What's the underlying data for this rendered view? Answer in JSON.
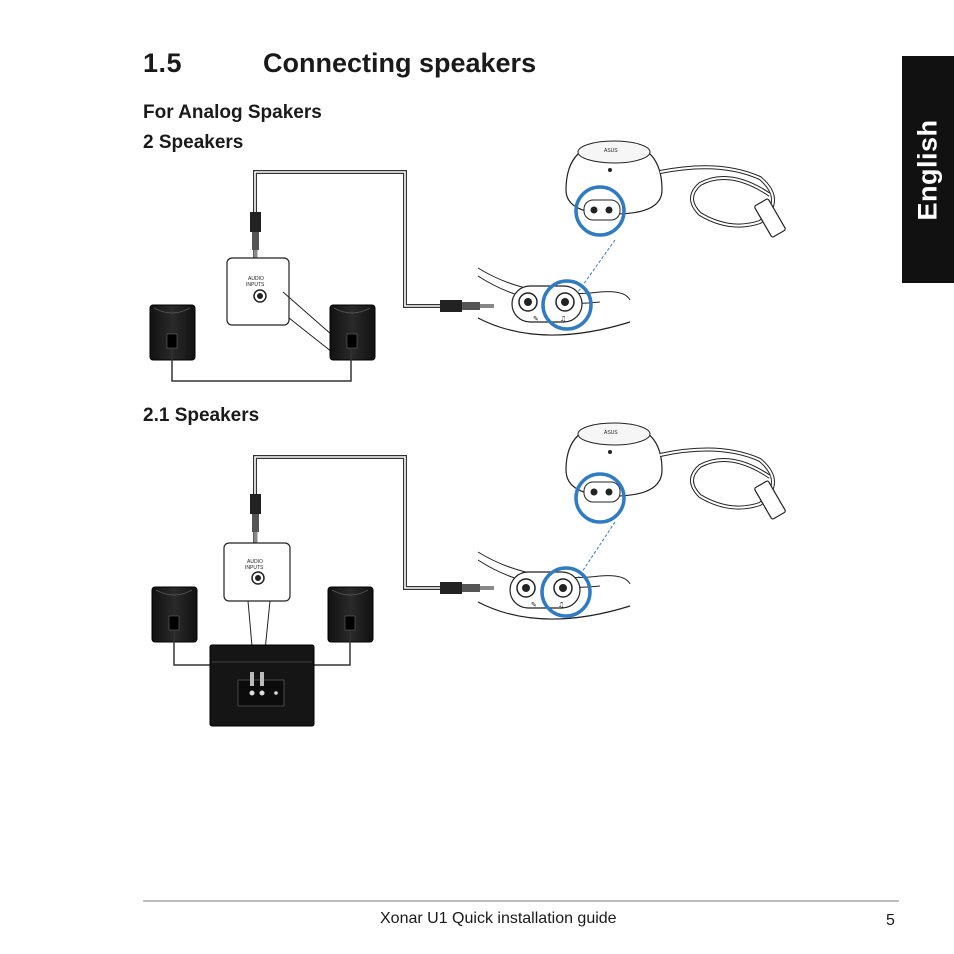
{
  "section": {
    "number": "1.5",
    "title": "Connecting speakers"
  },
  "language_tab": "English",
  "subheadings": {
    "analog": "For Analog Spakers",
    "two_speakers": "2 Speakers",
    "two_one_speakers": "2.1 Speakers"
  },
  "diagram_labels": {
    "panel_line1": "AUDIO",
    "panel_line2": "INPUTS",
    "device_brand": "ASUS"
  },
  "footer": {
    "guide_title": "Xonar U1 Quick installation guide",
    "page_number": "5"
  },
  "colors": {
    "highlight_circle": "#2f7bc4",
    "tab_background": "#111111"
  }
}
